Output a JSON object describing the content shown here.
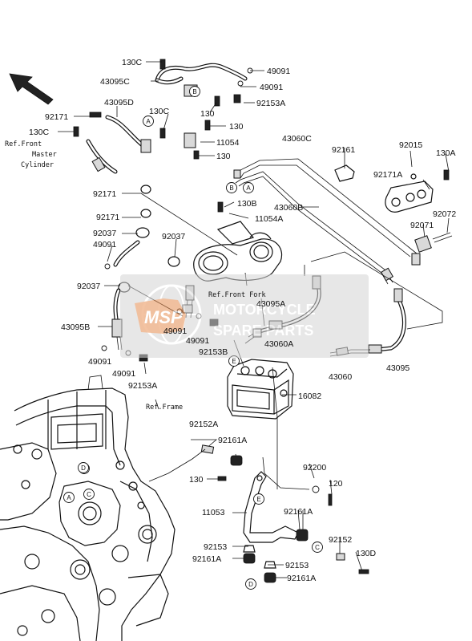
{
  "diagram": {
    "part_labels": [
      {
        "id": "l1",
        "text": "130C"
      },
      {
        "id": "l2",
        "text": "43095C"
      },
      {
        "id": "l3",
        "text": "49091"
      },
      {
        "id": "l4",
        "text": "49091"
      },
      {
        "id": "l5",
        "text": "92153A"
      },
      {
        "id": "l6",
        "text": "43095D"
      },
      {
        "id": "l7",
        "text": "92171"
      },
      {
        "id": "l8",
        "text": "130C"
      },
      {
        "id": "l9",
        "text": "130C"
      },
      {
        "id": "l10",
        "text": "130"
      },
      {
        "id": "l11",
        "text": "130"
      },
      {
        "id": "l12",
        "text": "11054"
      },
      {
        "id": "l13",
        "text": "130"
      },
      {
        "id": "l14",
        "text": "43060C"
      },
      {
        "id": "l15",
        "text": "92161"
      },
      {
        "id": "l16",
        "text": "92015"
      },
      {
        "id": "l17",
        "text": "130A"
      },
      {
        "id": "l18",
        "text": "92171A"
      },
      {
        "id": "l19",
        "text": "92171"
      },
      {
        "id": "l20",
        "text": "43060B"
      },
      {
        "id": "l21",
        "text": "130B"
      },
      {
        "id": "l22",
        "text": "92171"
      },
      {
        "id": "l23",
        "text": "11054A"
      },
      {
        "id": "l24",
        "text": "92071"
      },
      {
        "id": "l25",
        "text": "92072"
      },
      {
        "id": "l26",
        "text": "92037"
      },
      {
        "id": "l27",
        "text": "92037"
      },
      {
        "id": "l28",
        "text": "49091"
      },
      {
        "id": "l29",
        "text": "92037"
      },
      {
        "id": "l30",
        "text": "43095A"
      },
      {
        "id": "l31",
        "text": "43095B"
      },
      {
        "id": "l32",
        "text": "49091"
      },
      {
        "id": "l33",
        "text": "49091"
      },
      {
        "id": "l34",
        "text": "92153B"
      },
      {
        "id": "l35",
        "text": "43060A"
      },
      {
        "id": "l36",
        "text": "49091"
      },
      {
        "id": "l37",
        "text": "49091"
      },
      {
        "id": "l38",
        "text": "43060"
      },
      {
        "id": "l39",
        "text": "43095"
      },
      {
        "id": "l40",
        "text": "92153A"
      },
      {
        "id": "l41",
        "text": "16082"
      },
      {
        "id": "l42",
        "text": "92152A"
      },
      {
        "id": "l43",
        "text": "92161A"
      },
      {
        "id": "l44",
        "text": "92200"
      },
      {
        "id": "l45",
        "text": "130"
      },
      {
        "id": "l46",
        "text": "120"
      },
      {
        "id": "l47",
        "text": "11053"
      },
      {
        "id": "l48",
        "text": "92161A"
      },
      {
        "id": "l49",
        "text": "92152"
      },
      {
        "id": "l50",
        "text": "92153"
      },
      {
        "id": "l51",
        "text": "130D"
      },
      {
        "id": "l52",
        "text": "92161A"
      },
      {
        "id": "l53",
        "text": "92153"
      },
      {
        "id": "l54",
        "text": "92161A"
      }
    ],
    "reference_labels": {
      "front_master_cylinder": [
        "Ref.Front",
        "Master",
        "Cylinder"
      ],
      "front_fork": "Ref.Front Fork",
      "frame": "Ref.Frame"
    },
    "callout_letters": [
      "A",
      "B",
      "B",
      "A",
      "B",
      "A",
      "E",
      "D",
      "C",
      "E",
      "C",
      "D"
    ],
    "watermark": {
      "logo_text": "MSP",
      "line1": "MOTORCYCLE",
      "line2": "SPARE PARTS"
    }
  }
}
